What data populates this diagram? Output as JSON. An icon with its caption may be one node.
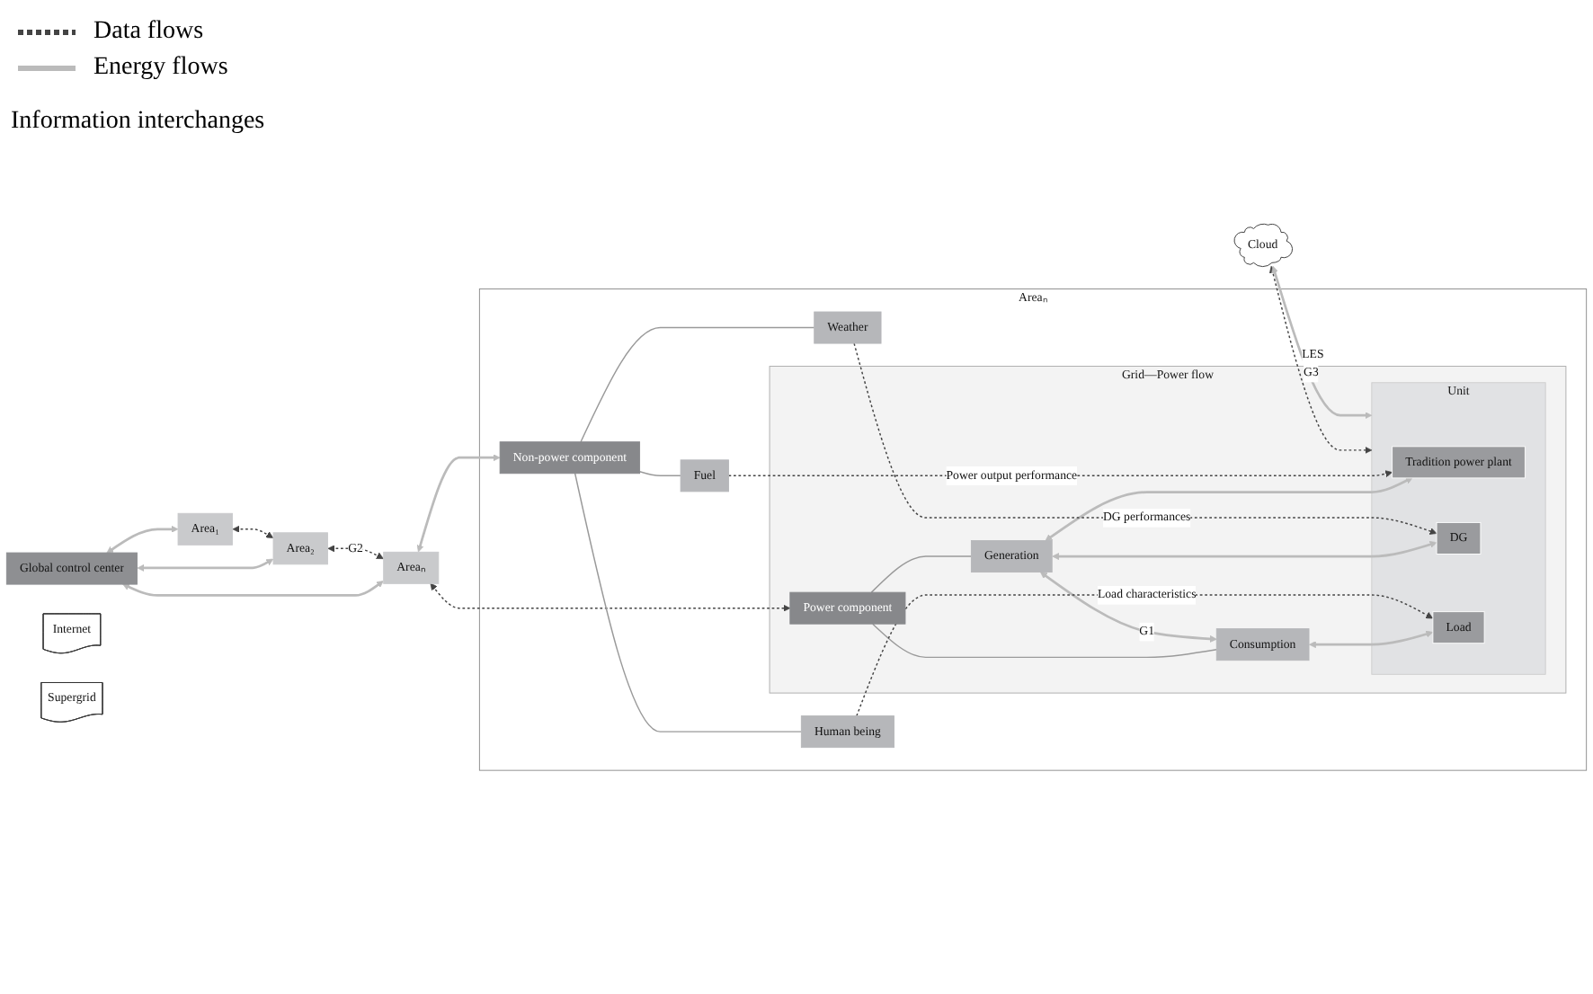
{
  "diagram": {
    "nodes": [
      {
        "text": [
          "Global control center"
        ]
      },
      {
        "text": [
          "Area₁"
        ]
      },
      {
        "text": [
          "Area₂"
        ]
      },
      {
        "text": [
          "Areaₙ"
        ]
      },
      {
        "text": [
          "Cloud"
        ]
      },
      {
        "text": [
          "Internet"
        ]
      },
      {
        "text": [
          "Supergrid"
        ]
      },
      {
        "text": [
          "Areaₙ"
        ]
      },
      {
        "text": [
          "Grid—Power flow"
        ],
        "in": 7
      },
      {
        "text": [
          "Power component"
        ],
        "in": 8
      },
      {
        "text": [
          "Generation"
        ],
        "in": 8
      },
      {
        "text": [
          "Consumption"
        ],
        "in": 8
      },
      {
        "text": [
          "Unit"
        ],
        "in": 8
      },
      {
        "text": [
          "Tradition power plant"
        ],
        "in": 12
      },
      {
        "text": [
          "DG"
        ],
        "in": 12
      },
      {
        "text": [
          "Load"
        ],
        "in": 12
      },
      {
        "text": [
          "Non-power component"
        ],
        "in": 7
      },
      {
        "text": [
          "Human being"
        ],
        "in": 7
      },
      {
        "text": [
          "Weather"
        ],
        "in": 7
      },
      {
        "text": [
          "Fuel"
        ],
        "in": 7
      }
    ],
    "edges": [
      {
        "from": 0,
        "to": 1,
        "arrow": "both",
        "color": "#bbbbbb"
      },
      {
        "from": 0,
        "to": 2,
        "arrow": "both",
        "color": "#bbbbbb"
      },
      {
        "from": 0,
        "to": 3,
        "arrow": "both",
        "color": "#bbbbbb"
      },
      {
        "from": 1,
        "to": 2,
        "arrow": "both",
        "style": "dashed",
        "color": "#444444"
      },
      {
        "from": 2,
        "to": 3,
        "arrow": "both",
        "style": "dashed",
        "color": "#444444",
        "label": "G2"
      },
      {
        "from": 3,
        "to": 9,
        "arrow": "both",
        "style": "dashed",
        "color": "#444444"
      },
      {
        "from": 3,
        "to": 16,
        "arrow": "both",
        "color": "#bbbbbb"
      },
      {
        "from": 9,
        "to": 10,
        "arrow": "none"
      },
      {
        "from": 9,
        "to": 11,
        "arrow": "none"
      },
      {
        "from": 10,
        "to": 11,
        "arrow": "both",
        "color": "#bbbbbb",
        "label": "G1"
      },
      {
        "from": 10,
        "to": 13,
        "arrow": "both",
        "color": "#bbbbbb"
      },
      {
        "from": 10,
        "to": 14,
        "arrow": "both",
        "color": "#bbbbbb"
      },
      {
        "from": 11,
        "to": 15,
        "arrow": "both",
        "color": "#bbbbbb"
      },
      {
        "from": 4,
        "to": 12,
        "arrow": "both",
        "style": "dashed",
        "color": "#444444",
        "label": "G3"
      },
      {
        "from": 4,
        "to": 12,
        "arrow": "both",
        "color": "#bbbbbb",
        "label": "LES"
      },
      {
        "from": 16,
        "to": 17,
        "arrow": "none"
      },
      {
        "from": 16,
        "to": 18,
        "arrow": "none"
      },
      {
        "from": 16,
        "to": 19,
        "arrow": "none"
      },
      {
        "from": 17,
        "to": 15,
        "arrow": "to",
        "style": "dashed",
        "color": "#444444",
        "label": "Load characteristics"
      },
      {
        "from": 18,
        "to": 14,
        "arrow": "to",
        "style": "dashed",
        "color": "#444444",
        "label": "DG performances"
      },
      {
        "from": 19,
        "to": 13,
        "arrow": "to",
        "style": "dashed",
        "color": "#444444",
        "label": "Power output performance"
      }
    ],
    "labels": [
      "Information interchanges"
    ],
    "legend": [
      {
        "text": "Data flows"
      },
      {
        "text": "Energy flows"
      }
    ]
  }
}
